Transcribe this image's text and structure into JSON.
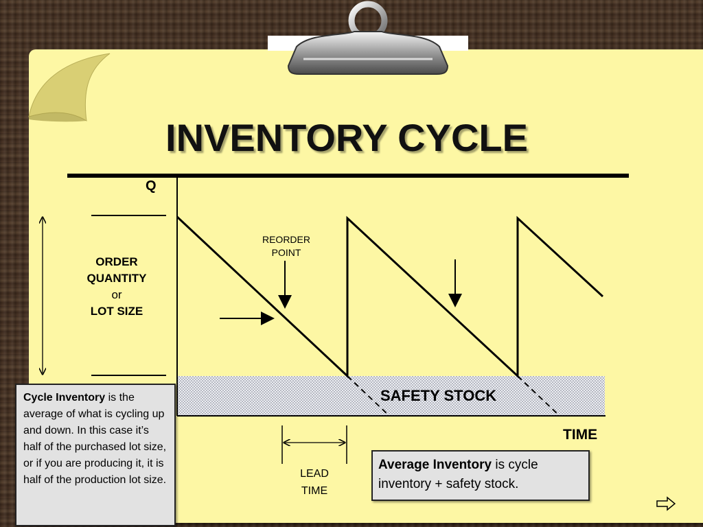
{
  "slide": {
    "title": "INVENTORY CYCLE"
  },
  "diagram": {
    "q_axis_label": "Q",
    "time_axis_label": "TIME",
    "order_quantity": {
      "line1": "ORDER",
      "line2": "QUANTITY",
      "line3": "or",
      "line4": "LOT SIZE"
    },
    "reorder_point": {
      "line1": "REORDER",
      "line2": "POINT"
    },
    "safety_stock_label": "SAFETY STOCK",
    "lead_time": {
      "line1": "LEAD",
      "line2": "TIME"
    }
  },
  "cycle_inventory_box": {
    "term": "Cycle Inventory",
    "text": " is the average of what is cycling up and down. In this case it’s half of the purchased lot size, or if you are producing it, it is half of the production lot size."
  },
  "average_inventory_box": {
    "term": "Average Inventory",
    "text": " is cycle inventory + safety stock."
  },
  "colors": {
    "paper": "#fdf7a4",
    "safety_stock_fill": "#cfd0d8",
    "box_fill": "#e2e2e2"
  },
  "icons": {
    "next": "right-arrow-icon",
    "clip": "binder-clip-icon"
  }
}
